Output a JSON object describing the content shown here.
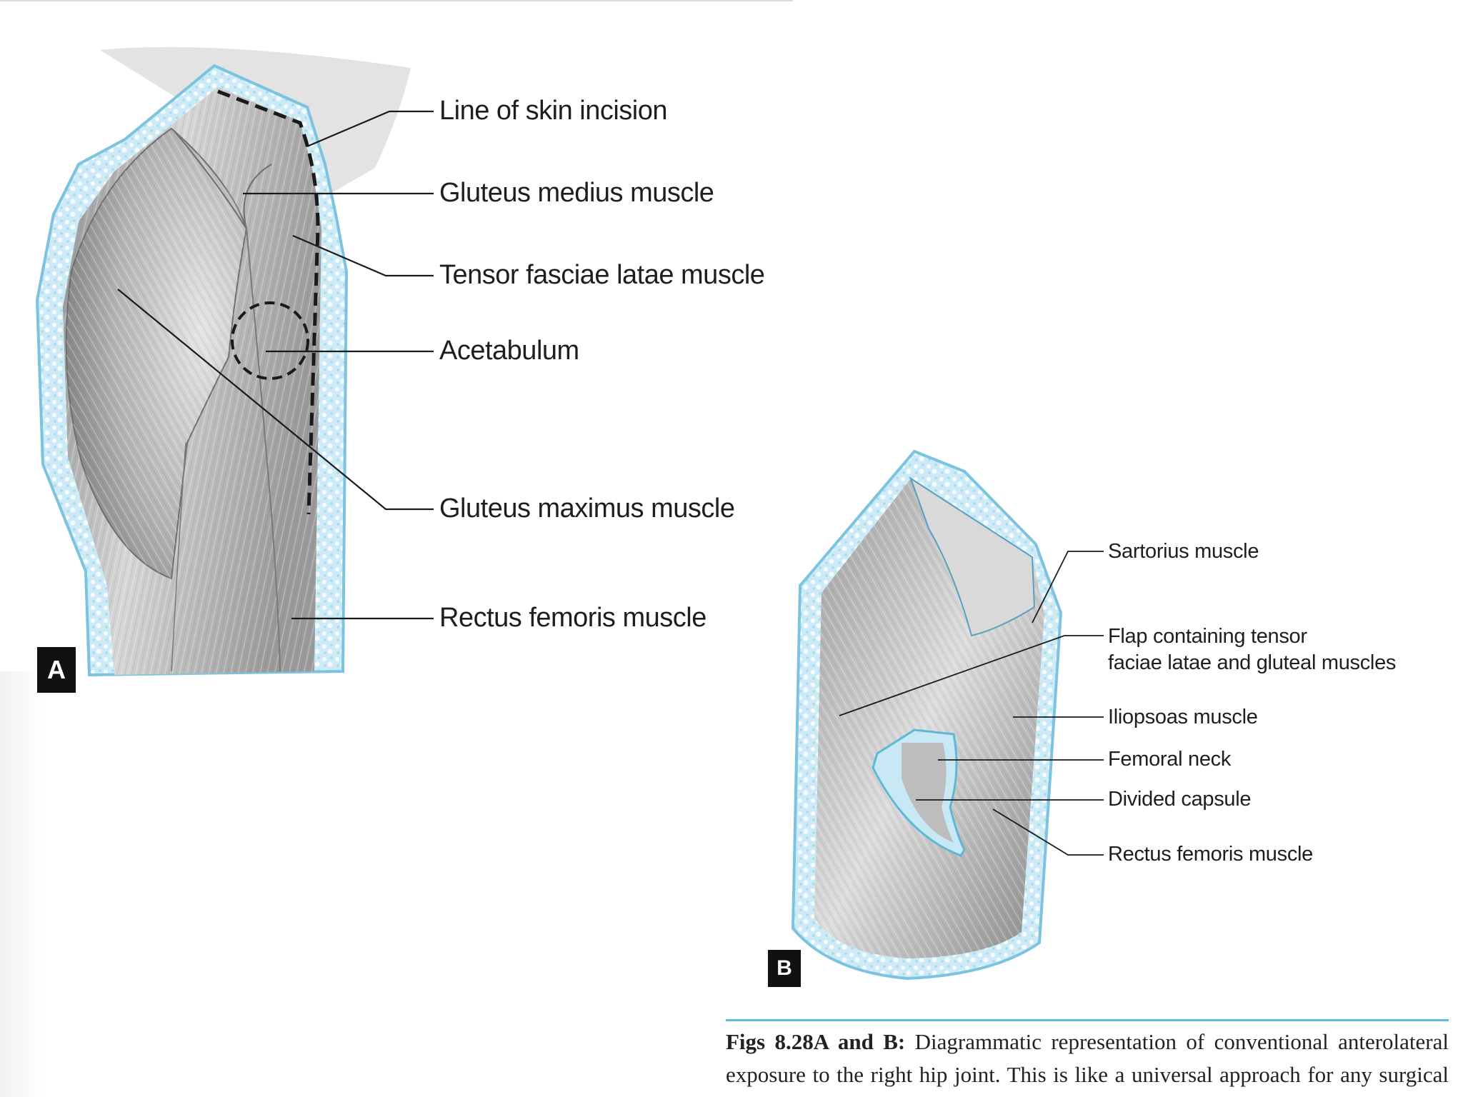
{
  "figure_a": {
    "panel_letter": "A",
    "labels": {
      "skin_incision": "Line of skin incision",
      "gluteus_medius": "Gluteus medius muscle",
      "tensor_fasciae": "Tensor fasciae latae muscle",
      "acetabulum": "Acetabulum",
      "gluteus_maximus": "Gluteus maximus muscle",
      "rectus_femoris": "Rectus femoris muscle"
    }
  },
  "figure_b": {
    "panel_letter": "B",
    "labels": {
      "sartorius": "Sartorius muscle",
      "flap_line1": "Flap containing tensor",
      "flap_line2": "faciae latae and gluteal muscles",
      "iliopsoas": "Iliopsoas muscle",
      "femoral_neck": "Femoral neck",
      "divided_capsule": "Divided capsule",
      "rectus_femoris": "Rectus femoris muscle"
    }
  },
  "caption": {
    "lead": "Figs 8.28A and B:",
    "line1_rest": "Diagrammatic representation of conventional anterolateral",
    "line2": "exposure to the right hip joint. This is like a universal approach for any surgical"
  },
  "colors": {
    "fat_layer": "#c9e8f4",
    "fat_edge": "#7cc3df",
    "muscle": "#c2c2c2",
    "caption_rule": "#5fbfd8"
  }
}
